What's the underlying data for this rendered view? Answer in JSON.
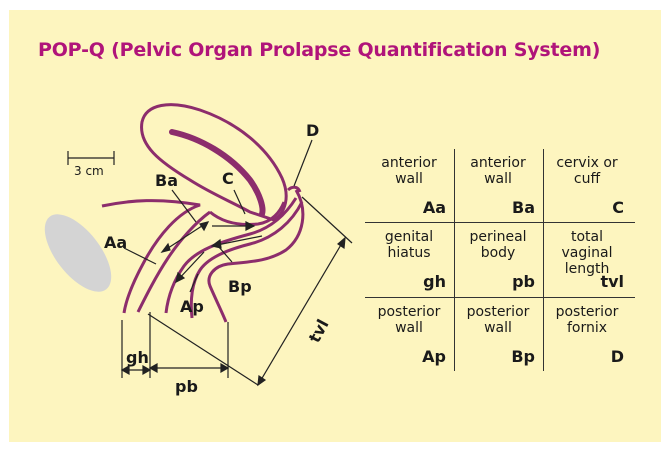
{
  "title": "POP-Q (Pelvic Organ Prolapse Quantification System)",
  "colors": {
    "panel_bg": "#fdf5bf",
    "title": "#b0147a",
    "organ_stroke": "#8c2d6c",
    "blob": "#d4d4d4"
  },
  "scale_label": "3 cm",
  "diagram_labels": {
    "D": "D",
    "C": "C",
    "Ba": "Ba",
    "Aa": "Aa",
    "Bp": "Bp",
    "Ap": "Ap",
    "gh": "gh",
    "pb": "pb",
    "tvl": "tvl"
  },
  "grid": [
    [
      {
        "desc": "anterior wall",
        "code": "Aa"
      },
      {
        "desc": "anterior wall",
        "code": "Ba"
      },
      {
        "desc": "cervix or cuff",
        "code": "C"
      }
    ],
    [
      {
        "desc": "genital hiatus",
        "code": "gh"
      },
      {
        "desc": "perineal body",
        "code": "pb"
      },
      {
        "desc": "total vaginal length",
        "code": "tvl"
      }
    ],
    [
      {
        "desc": "posterior wall",
        "code": "Ap"
      },
      {
        "desc": "posterior wall",
        "code": "Bp"
      },
      {
        "desc": "posterior fornix",
        "code": "D"
      }
    ]
  ]
}
